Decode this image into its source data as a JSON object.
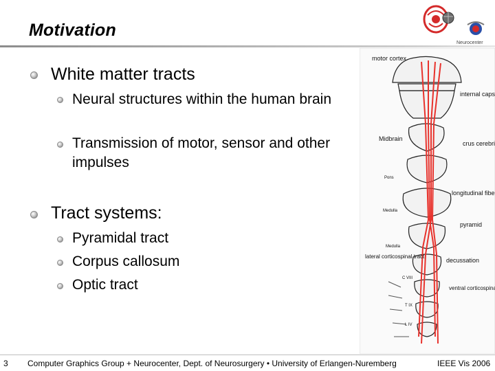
{
  "slide": {
    "title": "Motivation",
    "logo_text": "Neurocenter",
    "sections": [
      {
        "heading": "White matter tracts",
        "items": [
          "Neural structures within the human brain",
          "Transmission of motor, sensor and other impulses"
        ]
      },
      {
        "heading": "Tract systems:",
        "items": [
          "Pyramidal tract",
          "Corpus callosum",
          "Optic tract"
        ]
      }
    ]
  },
  "figure": {
    "labels": [
      "motor cortex",
      "internal capsule",
      "Midbrain",
      "crus cerebri",
      "Pons",
      "longitudinal fibers",
      "Medulla",
      "pyramid",
      "Medulla",
      "lateral corticospinal tract",
      "decussation",
      "C VIII",
      "ventral corticospinal tract",
      "T IX",
      "L IV"
    ]
  },
  "footer": {
    "page_number": "3",
    "credit": "Computer Graphics Group + Neurocenter, Dept. of Neurosurgery • University of Erlangen-Nuremberg",
    "event": "IEEE Vis 2006"
  },
  "colors": {
    "tract_red": "#e8322c",
    "logo_red": "#d42a2a",
    "logo_blue": "#2a4fa8"
  }
}
